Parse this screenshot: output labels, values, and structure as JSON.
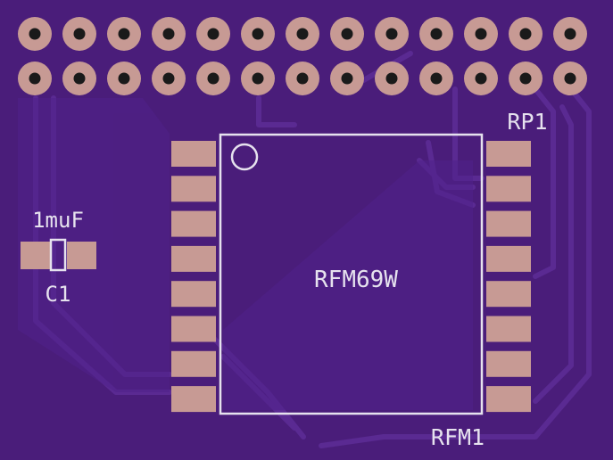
{
  "board": {
    "colors": {
      "substrate": "#4a1d7a",
      "copper_pour": "#4f2282",
      "trace": "#5c2c96",
      "pad": "#c79a94",
      "hole": "#1a1a1a",
      "silkscreen": "#e6e2ee"
    }
  },
  "header": {
    "rows": 2,
    "pins_per_row": 13
  },
  "module": {
    "label": "RFM69W",
    "ref": "RFM1",
    "pins_per_side": 8
  },
  "capacitor": {
    "value": "1muF",
    "ref": "C1"
  },
  "resistor_pack": {
    "ref": "RP1"
  }
}
